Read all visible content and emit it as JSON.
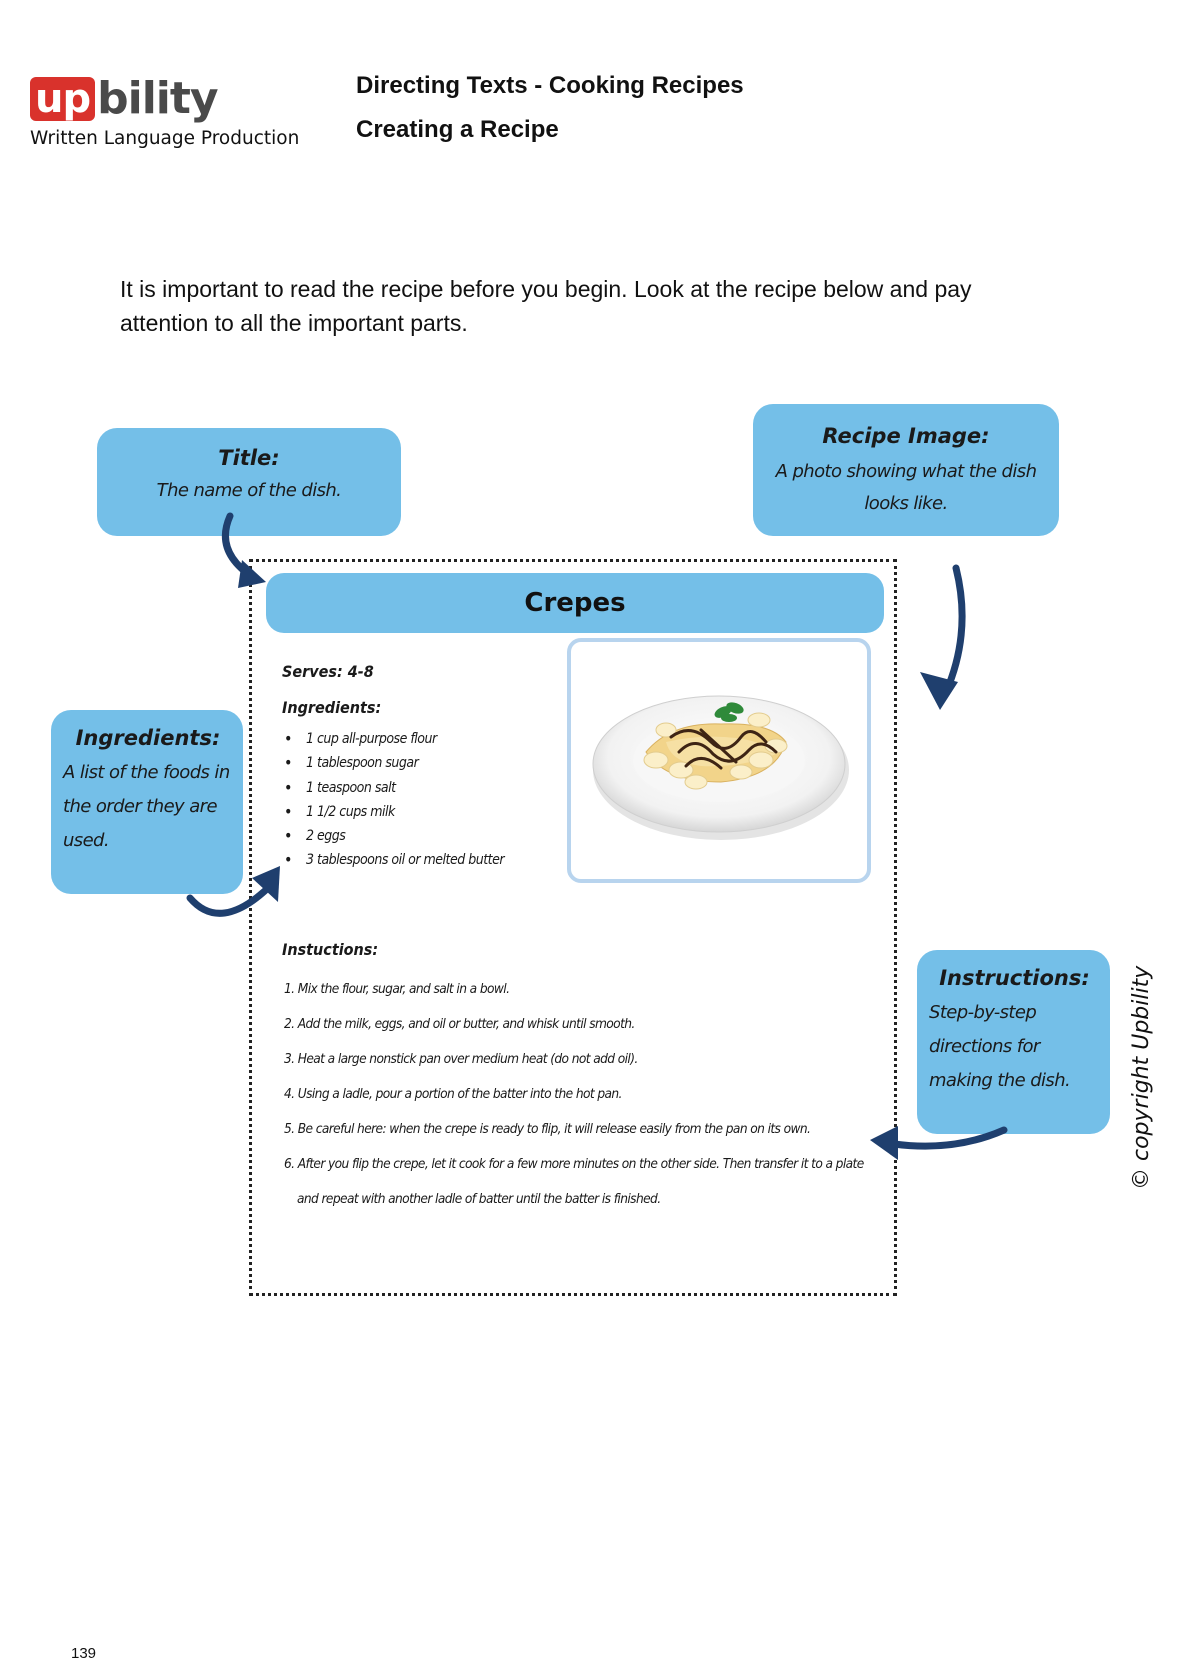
{
  "logo": {
    "brand_up": "up",
    "brand_rest": "bility",
    "subtitle": "Written Language Production"
  },
  "header": {
    "title": "Directing Texts - Cooking Recipes",
    "subtitle": "Creating a Recipe"
  },
  "intro": "It is important to read the recipe before you begin. Look at the recipe below and pay attention to all the important parts.",
  "callouts": {
    "title": {
      "heading": "Title:",
      "body": "The name of the dish."
    },
    "image": {
      "heading": "Recipe Image:",
      "body": "A photo showing what the dish looks like."
    },
    "ingredients": {
      "heading": "Ingredients:",
      "body": "A list of the foods in the order they are used."
    },
    "instructions": {
      "heading": "Instructions:",
      "body": "Step-by-step directions for making the dish."
    }
  },
  "recipe": {
    "title": "Crepes",
    "serves": "Serves:  4-8",
    "ingredients_heading": "Ingredients:",
    "ingredients": [
      "1 cup all-purpose flour",
      "1 tablespoon sugar",
      "1 teaspoon salt",
      "1 1/2 cups milk",
      "2 eggs",
      "3 tablespoons oil or melted butter"
    ],
    "instructions_heading": "Instuctions:",
    "instructions": [
      "1. Mix the flour, sugar, and salt in a bowl.",
      "2. Add the milk, eggs, and oil or butter, and whisk until smooth.",
      "3. Heat a large nonstick pan over medium heat (do not add oil).",
      "4. Using a ladle, pour a portion of the batter into the hot pan.",
      "5. Be careful here: when the crepe is ready to flip, it will release easily from the pan on its own.",
      "6. After you flip the crepe, let it cook for a few more minutes on the other side. Then transfer it to a plate"
    ],
    "instructions_continued": "and repeat with another ladle of batter until the batter is finished."
  },
  "copyright": "© copyright Upbility",
  "page_number": "139",
  "colors": {
    "callout_blue": "#74bfe8",
    "arrow_navy": "#1f3f6e",
    "brand_red": "#d9322c"
  }
}
